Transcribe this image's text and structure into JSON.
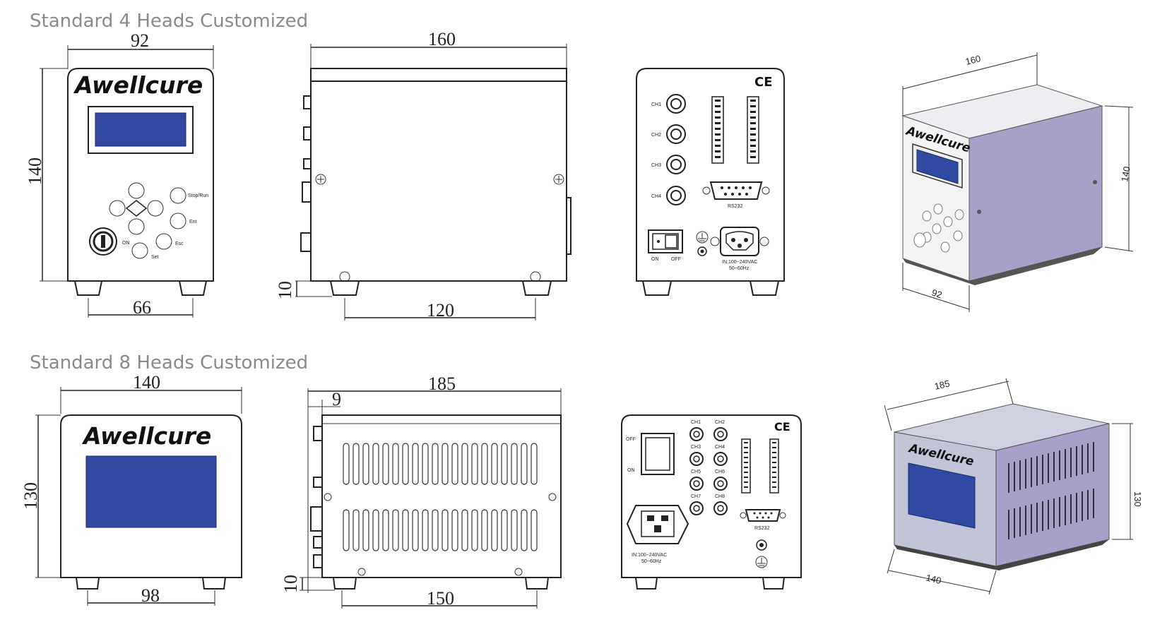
{
  "sections": [
    {
      "title": "Standard 4 Heads Customized",
      "front": {
        "width": "92",
        "height": "140",
        "feet": "66",
        "logo": "Awellcure",
        "buttons": {
          "stop_run": "Stop/Run",
          "ent": "Ent",
          "esc": "Esc",
          "set": "Set",
          "on": "ON"
        }
      },
      "side": {
        "length": "160",
        "feet": "120",
        "foot_h": "10"
      },
      "back": {
        "channels": [
          "CH1",
          "CH2",
          "CH3",
          "CH4"
        ],
        "rs232": "RS232",
        "on": "ON",
        "off": "OFF",
        "power": "IN:100~240VAC",
        "freq": "50~60Hz",
        "ce": "CE"
      },
      "iso": {
        "length": "160",
        "width": "92",
        "height": "140",
        "logo": "Awellcure"
      }
    },
    {
      "title": "Standard 8 Heads Customized",
      "front": {
        "width": "140",
        "height": "130",
        "feet": "98",
        "logo": "Awellcure"
      },
      "side": {
        "length": "185",
        "top": "9",
        "feet": "150",
        "foot_h": "10"
      },
      "back": {
        "channels": [
          "CH1",
          "CH2",
          "CH3",
          "CH4",
          "CH5",
          "CH6",
          "CH7",
          "CH8"
        ],
        "rs232": "RS232",
        "on": "ON",
        "off": "OFF",
        "power": "IN:100~240VAC",
        "freq": "50~60Hz",
        "ce": "CE"
      },
      "iso": {
        "length": "185",
        "width": "140",
        "height": "130",
        "logo": "Awellcure"
      }
    }
  ],
  "colors": {
    "lcd": "#2f4aa0",
    "title": "#8a8a8a",
    "iso_side": "#a9a0c8"
  }
}
